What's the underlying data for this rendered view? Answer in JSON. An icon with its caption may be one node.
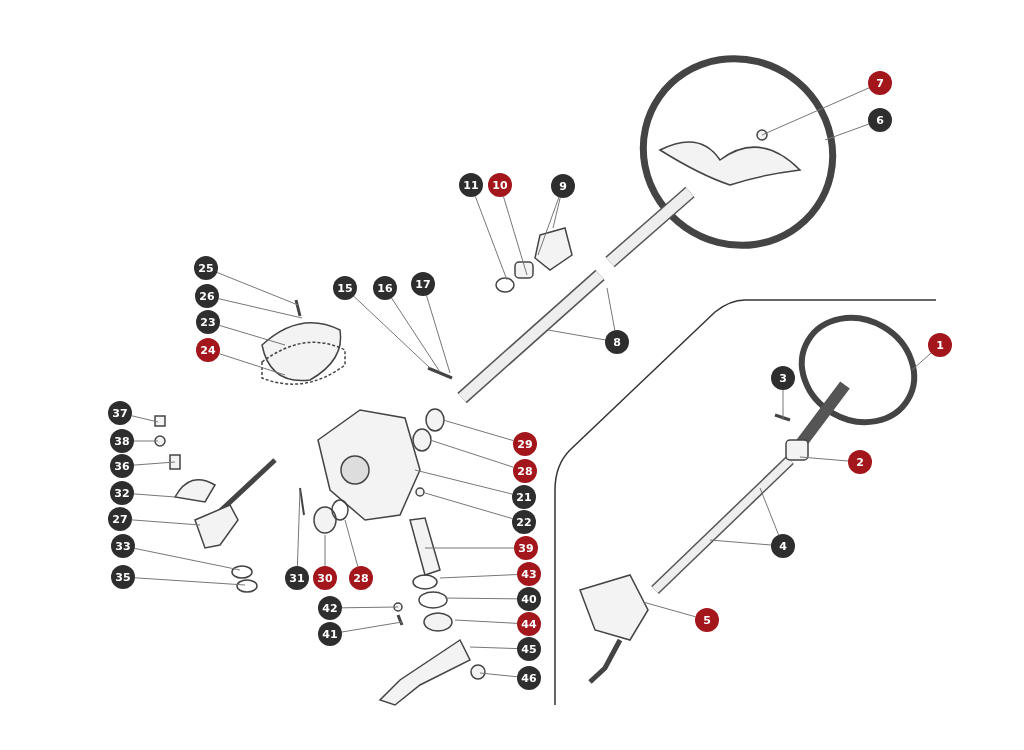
{
  "diagram": {
    "nodes": [
      {
        "text": [
          "7"
        ]
      },
      {
        "text": [
          "6"
        ]
      },
      {
        "text": [
          "11"
        ]
      },
      {
        "text": [
          "10"
        ]
      },
      {
        "text": [
          "9"
        ]
      },
      {
        "text": [
          "25"
        ]
      },
      {
        "text": [
          "15"
        ]
      },
      {
        "text": [
          "16"
        ]
      },
      {
        "text": [
          "17"
        ]
      },
      {
        "text": [
          "26"
        ]
      },
      {
        "text": [
          "23"
        ]
      },
      {
        "text": [
          "8"
        ]
      },
      {
        "text": [
          "24"
        ]
      },
      {
        "text": [
          "1"
        ]
      },
      {
        "text": [
          "3"
        ]
      },
      {
        "text": [
          "37"
        ]
      },
      {
        "text": [
          "38"
        ]
      },
      {
        "text": [
          "29"
        ]
      },
      {
        "text": [
          "36"
        ]
      },
      {
        "text": [
          "28"
        ]
      },
      {
        "text": [
          "2"
        ]
      },
      {
        "text": [
          "21"
        ]
      },
      {
        "text": [
          "32"
        ]
      },
      {
        "text": [
          "22"
        ]
      },
      {
        "text": [
          "27"
        ]
      },
      {
        "text": [
          "39"
        ]
      },
      {
        "text": [
          "4"
        ]
      },
      {
        "text": [
          "33"
        ]
      },
      {
        "text": [
          "31"
        ]
      },
      {
        "text": [
          "30"
        ]
      },
      {
        "text": [
          "28"
        ]
      },
      {
        "text": [
          "43"
        ]
      },
      {
        "text": [
          "35"
        ]
      },
      {
        "text": [
          "40"
        ]
      },
      {
        "text": [
          "42"
        ]
      },
      {
        "text": [
          "5"
        ]
      },
      {
        "text": [
          "44"
        ]
      },
      {
        "text": [
          "41"
        ]
      },
      {
        "text": [
          "45"
        ]
      },
      {
        "text": [
          "46"
        ]
      }
    ],
    "edges": [
      {
        "from": 0,
        "to": null,
        "arrow": "none"
      },
      {
        "from": 1,
        "to": null,
        "arrow": "none"
      },
      {
        "from": 2,
        "to": null,
        "arrow": "none"
      },
      {
        "from": 3,
        "to": null,
        "arrow": "none"
      },
      {
        "from": 4,
        "to": null,
        "arrow": "none"
      },
      {
        "from": 4,
        "to": null,
        "arrow": "none"
      },
      {
        "from": 5,
        "to": null,
        "arrow": "none"
      },
      {
        "from": 6,
        "to": null,
        "arrow": "none"
      },
      {
        "from": 7,
        "to": null,
        "arrow": "none"
      },
      {
        "from": 8,
        "to": null,
        "arrow": "none"
      },
      {
        "from": 9,
        "to": null,
        "arrow": "none"
      },
      {
        "from": 10,
        "to": null,
        "arrow": "none"
      },
      {
        "from": 11,
        "to": null,
        "arrow": "none"
      },
      {
        "from": 11,
        "to": null,
        "arrow": "none"
      },
      {
        "from": 12,
        "to": null,
        "arrow": "none"
      },
      {
        "from": 13,
        "to": null,
        "arrow": "none"
      },
      {
        "from": 14,
        "to": null,
        "arrow": "none"
      },
      {
        "from": 15,
        "to": null,
        "arrow": "none"
      },
      {
        "from": 16,
        "to": null,
        "arrow": "none"
      },
      {
        "from": 17,
        "to": null,
        "arrow": "none"
      },
      {
        "from": 18,
        "to": null,
        "arrow": "none"
      },
      {
        "from": 19,
        "to": null,
        "arrow": "none"
      },
      {
        "from": 20,
        "to": null,
        "arrow": "none"
      },
      {
        "from": 21,
        "to": null,
        "arrow": "none"
      },
      {
        "from": 22,
        "to": null,
        "arrow": "none"
      },
      {
        "from": 23,
        "to": null,
        "arrow": "none"
      },
      {
        "from": 24,
        "to": null,
        "arrow": "none"
      },
      {
        "from": 25,
        "to": null,
        "arrow": "none"
      },
      {
        "from": 26,
        "to": null,
        "arrow": "none"
      },
      {
        "from": 26,
        "to": null,
        "arrow": "none"
      },
      {
        "from": 27,
        "to": null,
        "arrow": "none"
      },
      {
        "from": 28,
        "to": null,
        "arrow": "none"
      },
      {
        "from": 29,
        "to": null,
        "arrow": "none"
      },
      {
        "from": 30,
        "to": null,
        "arrow": "none"
      },
      {
        "from": 31,
        "to": null,
        "arrow": "none"
      },
      {
        "from": 32,
        "to": null,
        "arrow": "none"
      },
      {
        "from": 33,
        "to": null,
        "arrow": "none"
      },
      {
        "from": 34,
        "to": null,
        "arrow": "none"
      },
      {
        "from": 35,
        "to": null,
        "arrow": "none"
      },
      {
        "from": 36,
        "to": null,
        "arrow": "none"
      },
      {
        "from": 37,
        "to": null,
        "arrow": "none"
      },
      {
        "from": 38,
        "to": null,
        "arrow": "none"
      },
      {
        "from": 39,
        "to": null,
        "arrow": "none"
      }
    ]
  }
}
